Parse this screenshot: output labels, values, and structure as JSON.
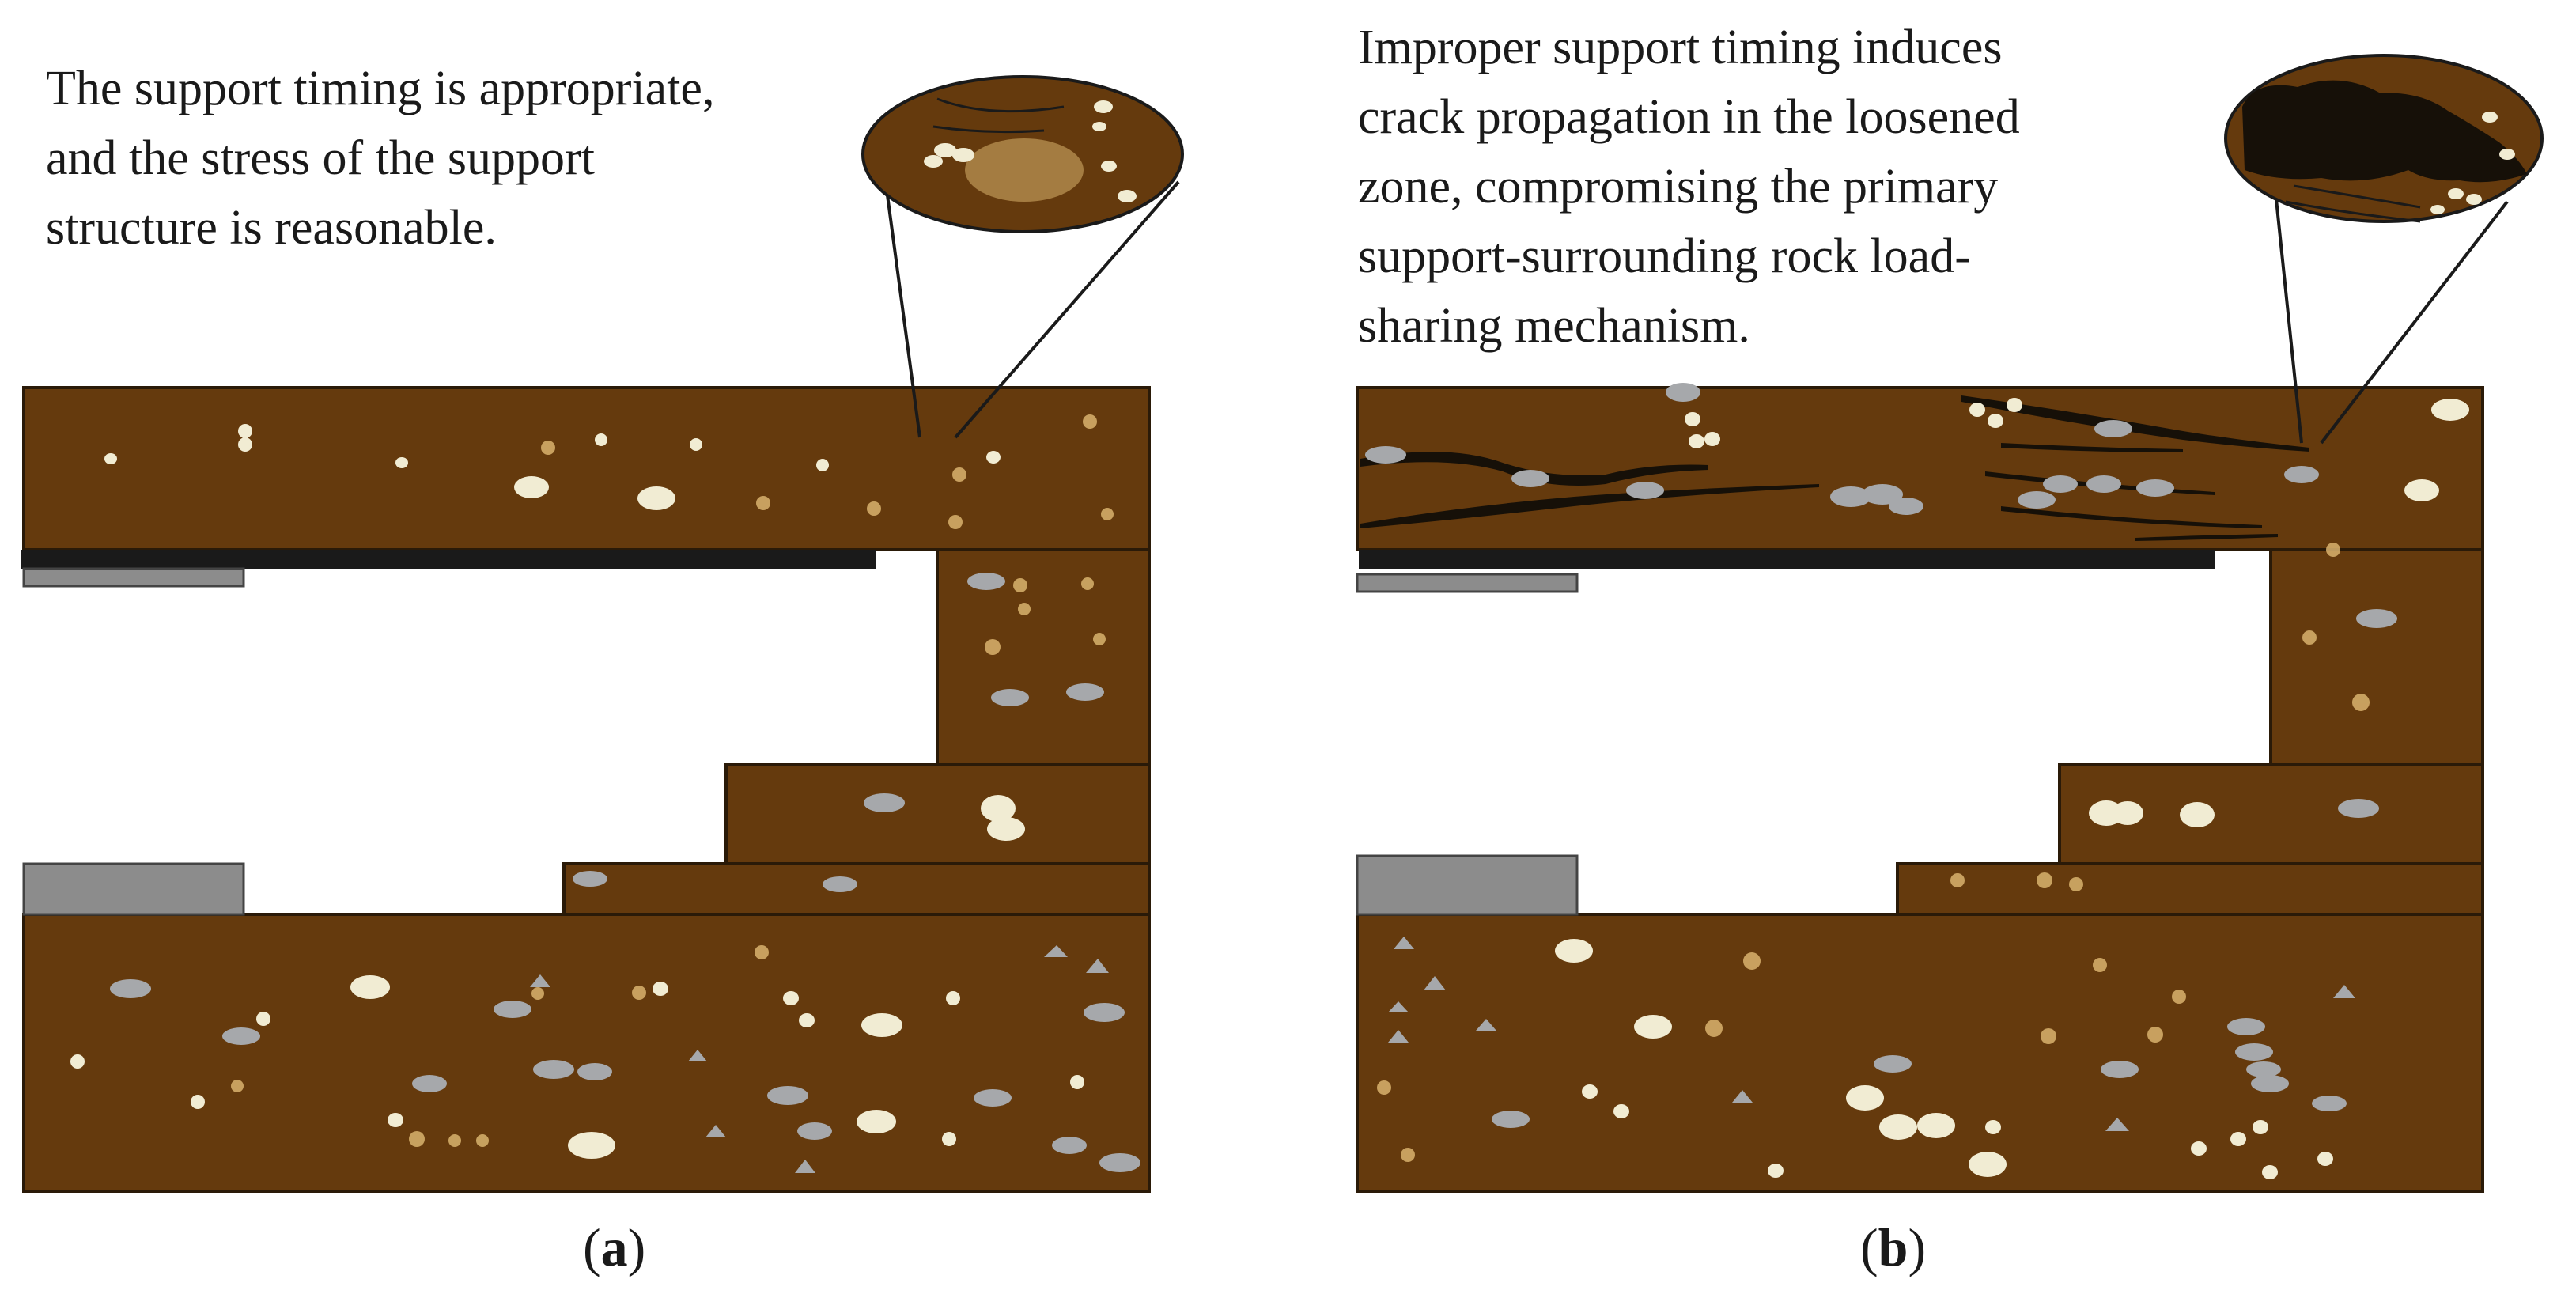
{
  "panels": [
    {
      "id": "a",
      "label": "a",
      "caption_lines": [
        "The support timing is appropriate,",
        "and the stress of the support",
        "structure is reasonable."
      ]
    },
    {
      "id": "b",
      "label": "b",
      "caption_lines": [
        "Improper support timing induces",
        "crack propagation in the loosened",
        "zone, compromising the primary",
        "support-surrounding rock load-",
        "sharing mechanism."
      ]
    }
  ],
  "colors": {
    "rock": "#653a0d",
    "rock_outline": "#2a1a08",
    "support_dark": "#1a1a1a",
    "support_grey": "#8c8c8c",
    "pebble_light": "#f1ecd3",
    "pebble_grey": "#a6a8ab",
    "crack": "#161008",
    "fine_grains": "#d9b36e"
  }
}
